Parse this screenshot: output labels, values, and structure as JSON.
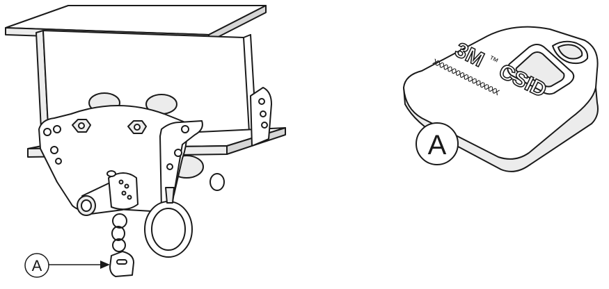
{
  "callouts": {
    "left_label": "A",
    "right_label": "A"
  },
  "tag": {
    "brand": "3M",
    "brand_mark": "™",
    "product": "CSID",
    "serial": "xxxxxxxxxxxxxxxx"
  },
  "colors": {
    "line": "#1a1a1a",
    "fill": "#ffffff",
    "shade": "#ececec",
    "dark_shade": "#d6d6d6"
  }
}
